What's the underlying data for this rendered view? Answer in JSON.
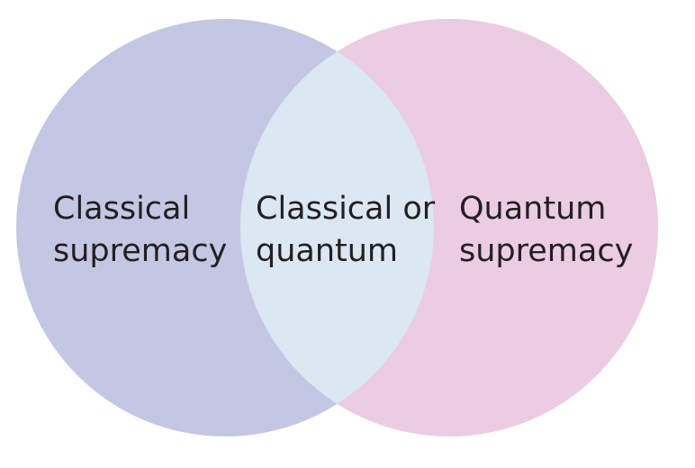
{
  "colors": {
    "left_circle": "#c4c7e4",
    "right_circle": "#ebcce3",
    "intersection": "#dbe7f3",
    "text": "#231f20",
    "background": "#ffffff"
  },
  "regions": {
    "left": {
      "line1": "Classical",
      "line2": "supremacy"
    },
    "center": {
      "line1": "Classical or",
      "line2": "quantum"
    },
    "right": {
      "line1": "Quantum",
      "line2": "supremacy"
    }
  }
}
